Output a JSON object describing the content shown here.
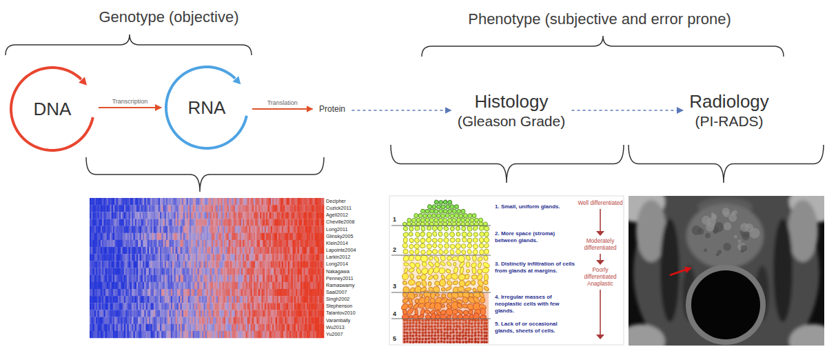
{
  "diagram": {
    "nodes": [
      {
        "text": [
          "DNA"
        ]
      },
      {
        "text": [
          "RNA"
        ]
      },
      {
        "text": [
          "Protein"
        ]
      },
      {
        "text": [
          "Histology",
          "(Gleason Grade)"
        ]
      },
      {
        "text": [
          "Radiology",
          "(PI-RADS)"
        ]
      }
    ],
    "edges": [
      {
        "from": 0,
        "to": 1,
        "label": "Transcription",
        "arrow": "to"
      },
      {
        "from": 1,
        "to": 2,
        "label": "Translation",
        "arrow": "to"
      },
      {
        "from": 2,
        "to": 3,
        "arrow": "to"
      },
      {
        "from": 3,
        "to": 4,
        "arrow": "to"
      }
    ],
    "labels": [
      "Genotype (objective)",
      "Phenotype (subjective and error prone)",
      "Decipher",
      "Cuzick2011",
      "Agell2012",
      "Cheville2008",
      "Long2011",
      "Glinsky2005",
      "Klein2014",
      "Lapointe2004",
      "Larkin2012",
      "Long2014",
      "Nakagawa",
      "Penney2011",
      "Ramaswamy",
      "Saal2007",
      "Singh2002",
      "Stephenson",
      "Talantov2010",
      "Varambally",
      "Wu2013",
      "Yu2007",
      "1",
      "2",
      "3",
      "4",
      "5",
      "1. Small, uniform glands.",
      "2. More space (stroma) between glands.",
      "3. Distinctly infiltration of cells from glands at margins.",
      "4. Irregular masses of neoplastic cells with few glands.",
      "5. Lack of or occasional glands, sheets of cells.",
      "Well differentiated",
      "Moderately differentiated",
      "Poorly differentiated Anaplastic"
    ]
  }
}
